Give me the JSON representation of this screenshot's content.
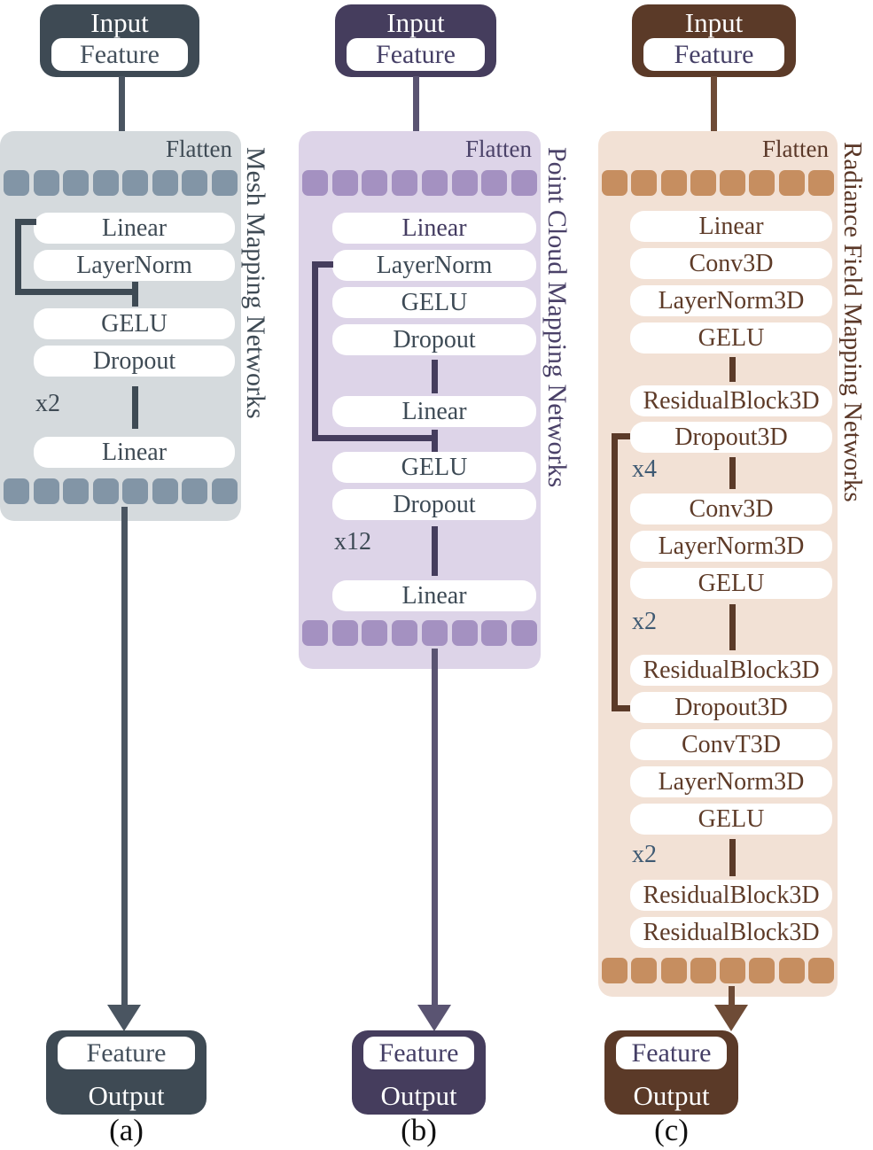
{
  "columns": [
    {
      "name": "mesh-mapping",
      "side_label": "Mesh Mapping Networks",
      "flatten_label": "Flatten",
      "caption": "(a)",
      "input": {
        "title": "Input",
        "pill": "Feature"
      },
      "output": {
        "pill": "Feature",
        "title": "Output"
      },
      "token_count": 8,
      "layers": [
        "Linear",
        "LayerNorm",
        "GELU",
        "Dropout",
        "Linear"
      ],
      "repeats": [
        "x2"
      ],
      "colors": {
        "dark": "#3E4A54",
        "panel": "#D5DADD",
        "token": "#8295A6",
        "line": "#3E4A54",
        "arrow": "#4A5561",
        "box-text": "#3E4A54",
        "side-label": "#3E4A54",
        "repeat-label": "#3E4A54",
        "feature-text": "#44505C",
        "accent": "#3E4A54"
      }
    },
    {
      "name": "point-cloud-mapping",
      "side_label": "Point Cloud Mapping Networks",
      "flatten_label": "Flatten",
      "caption": "(b)",
      "input": {
        "title": "Input",
        "pill": "Feature"
      },
      "output": {
        "pill": "Feature",
        "title": "Output"
      },
      "token_count": 8,
      "layers": [
        "Linear",
        "LayerNorm",
        "GELU",
        "Dropout",
        "Linear",
        "GELU",
        "Dropout",
        "Linear"
      ],
      "repeats": [
        "x12"
      ],
      "colors": {
        "dark": "#453D5D",
        "panel": "#DDD4E8",
        "token": "#A491C1",
        "line": "#453D5D",
        "arrow": "#5A5472",
        "box-text": "#3D4A55",
        "side-label": "#4A4168",
        "repeat-label": "#3D4A55",
        "feature-text": "#453F66",
        "accent": "#433B60"
      }
    },
    {
      "name": "radiance-field-mapping",
      "side_label": "Radiance Field Mapping Networks",
      "flatten_label": "Flatten",
      "caption": "(c)",
      "input": {
        "title": "Input",
        "pill": "Feature"
      },
      "output": {
        "pill": "Feature",
        "title": "Output"
      },
      "token_count": 8,
      "layers": [
        "Linear",
        "Conv3D",
        "LayerNorm3D",
        "GELU",
        "ResidualBlock3D",
        "Dropout3D",
        "Conv3D",
        "LayerNorm3D",
        "GELU",
        "ResidualBlock3D",
        "Dropout3D",
        "ConvT3D",
        "LayerNorm3D",
        "GELU",
        "ResidualBlock3D",
        "ResidualBlock3D"
      ],
      "repeats": [
        "x4",
        "x2",
        "x2"
      ],
      "colors": {
        "dark": "#5B3A28",
        "panel": "#F2E1D5",
        "token": "#C68E60",
        "line": "#5B3A28",
        "arrow": "#6E4B36",
        "box-text": "#5E3B28",
        "side-label": "#5A3727",
        "repeat-label": "#3F5A73",
        "feature-text": "#453F66",
        "accent": "#5E3B28"
      }
    }
  ]
}
